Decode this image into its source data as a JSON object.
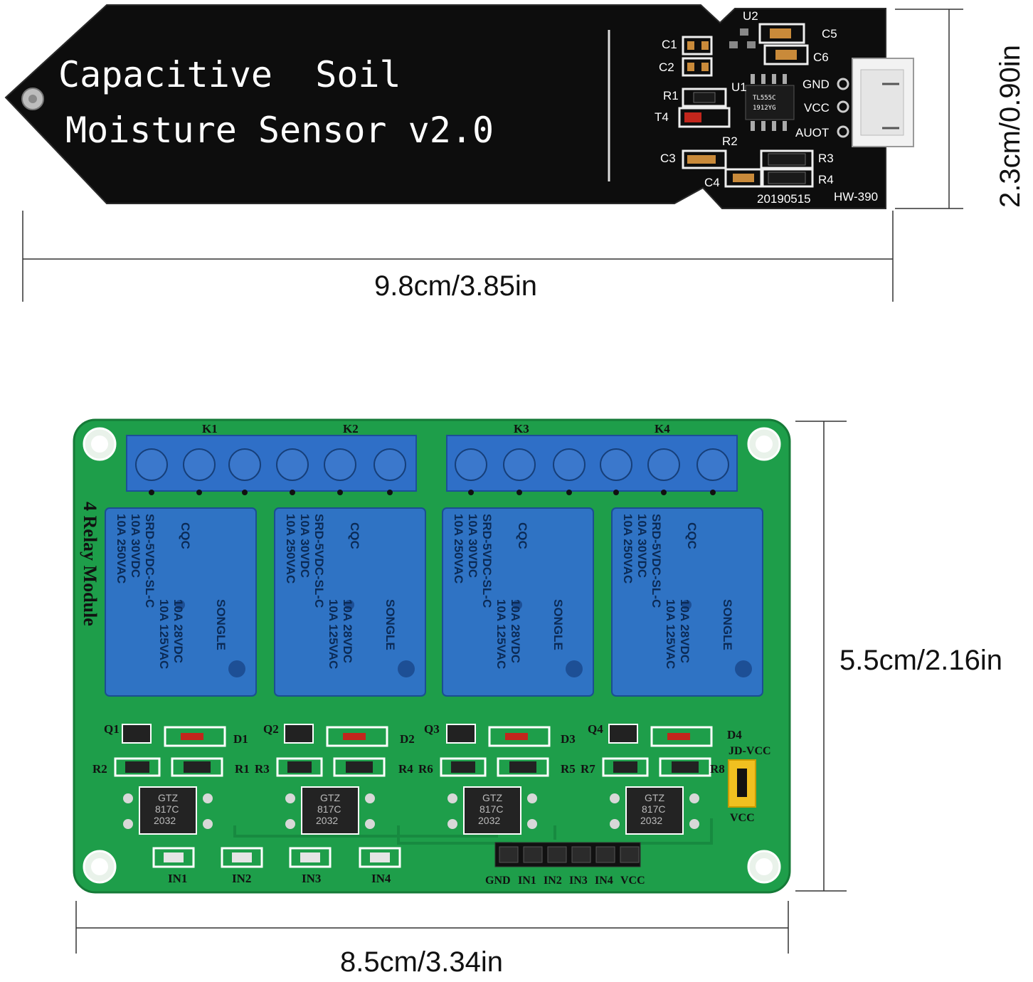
{
  "sensor": {
    "title_line1": "Capacitive  Soil",
    "title_line2": "Moisture Sensor v2.0",
    "components": {
      "u2": "U2",
      "u1": "U1",
      "c1": "C1",
      "c2": "C2",
      "c3": "C3",
      "c4": "C4",
      "c5": "C5",
      "c6": "C6",
      "r1": "R1",
      "r2": "R2",
      "r3": "R3",
      "r4": "R4",
      "t4": "T4"
    },
    "chip_marking_1": "TL555C",
    "chip_marking_2": "1912YG",
    "pins": [
      "GND",
      "VCC",
      "AUOT"
    ],
    "date_code": "20190515",
    "model": "HW-390",
    "width_label": "9.8cm/3.85in",
    "height_label": "2.3cm/0.90in"
  },
  "relay_module": {
    "board_label": "4 Relay Module",
    "relays": [
      {
        "id": "K1",
        "ratings": [
          "10A 250VAC",
          "10A  30VDC",
          "SRD-5VDC-SL-C"
        ],
        "ratings_right": [
          "10A 125VAC",
          "10A  28VDC"
        ],
        "brand": "SONGLE",
        "cqc": "CQC"
      },
      {
        "id": "K2",
        "ratings": [
          "10A 250VAC",
          "10A  30VDC",
          "SRD-5VDC-SL-C"
        ],
        "ratings_right": [
          "10A 125VAC",
          "10A  28VDC"
        ],
        "brand": "SONGLE",
        "cqc": "CQC"
      },
      {
        "id": "K3",
        "ratings": [
          "10A 250VAC",
          "10A  30VDC",
          "SRD-5VDC-SL-C"
        ],
        "ratings_right": [
          "10A 125VAC",
          "10A  28VDC"
        ],
        "brand": "SONGLE",
        "cqc": "CQC"
      },
      {
        "id": "K4",
        "ratings": [
          "10A 250VAC",
          "10A  30VDC",
          "SRD-5VDC-SL-C"
        ],
        "ratings_right": [
          "10A 125VAC",
          "10A  28VDC"
        ],
        "brand": "SONGLE",
        "cqc": "CQC"
      }
    ],
    "optocoupler_lines": [
      "GTZ",
      "817C",
      "2032"
    ],
    "q_labels": [
      "Q1",
      "Q2",
      "Q3",
      "Q4"
    ],
    "d_labels": [
      "D1",
      "D2",
      "D3",
      "D4"
    ],
    "r_labels": [
      "R2",
      "R1",
      "R3",
      "R4",
      "R6",
      "R5",
      "R7",
      "R8"
    ],
    "jumper_top": "JD-VCC",
    "jumper_bottom": "VCC",
    "led_labels": [
      "IN1",
      "IN2",
      "IN3",
      "IN4"
    ],
    "header_pins": [
      "GND",
      "IN1",
      "IN2",
      "IN3",
      "IN4",
      "VCC"
    ],
    "width_label": "8.5cm/3.34in",
    "height_label": "5.5cm/2.16in"
  }
}
